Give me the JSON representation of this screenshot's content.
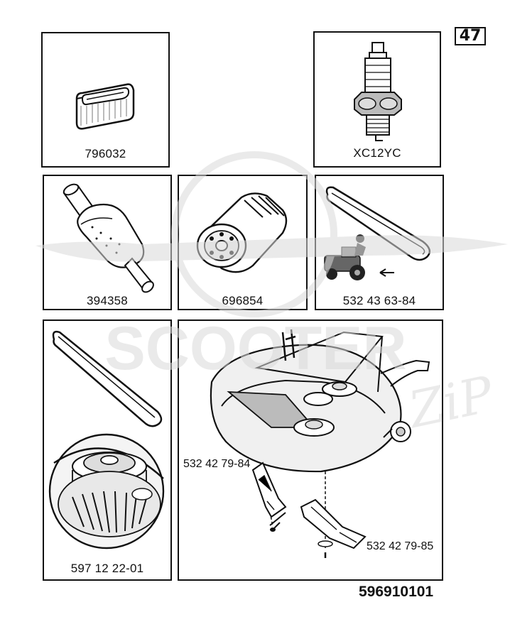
{
  "page_number": "47",
  "document_number": "596910101",
  "parts": {
    "air_filter": "796032",
    "spark_plug": "XC12YC",
    "fuel_filter": "394358",
    "oil_filter": "696854",
    "tractor_belt": "532 43 63-84",
    "pulley_belt": "597 12 22-01",
    "mower_deck": {
      "blade_left": "532 42 79-84",
      "blade_right": "532 42 79-85"
    }
  },
  "watermark": {
    "brand_text": "SCOOTER",
    "script_text": "ZiP",
    "color": "#d9d9d9"
  }
}
